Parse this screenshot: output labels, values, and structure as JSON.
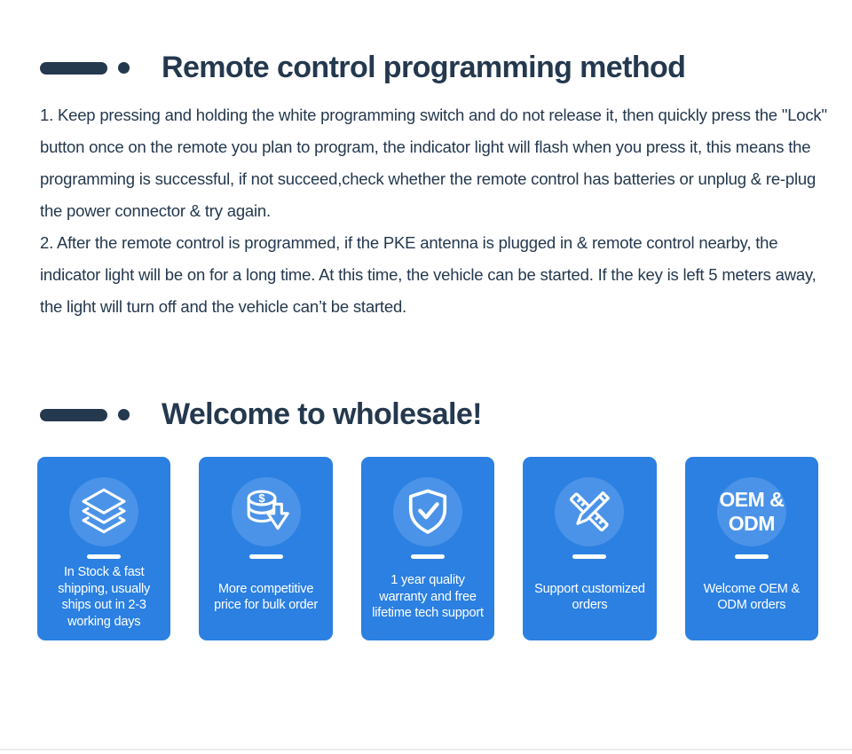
{
  "colors": {
    "heading_navy": "#24384e",
    "card_blue": "#2b80e2",
    "icon_circle_blue": "#4b93e8",
    "card_text": "#ffffff"
  },
  "sections": {
    "method": {
      "title": "Remote control programming method",
      "paragraphs": [
        "1. Keep pressing and holding the white programming switch and do not release it, then quickly press the \"Lock\" button once on the remote you plan to program, the indicator light will flash when you press it, this means the programming is successful, if not succeed,check whether the remote control has batteries or unplug & re-plug the power connector & try again.",
        "2. After the remote control is programmed, if the PKE antenna is plugged in & remote control nearby, the indicator light will be on for a long time. At this time, the vehicle can be started. If the key is left 5 meters away, the light will turn off and the vehicle can’t be started."
      ]
    },
    "wholesale": {
      "title": "Welcome to wholesale!",
      "cards": [
        {
          "icon": "layers-icon",
          "label": "In Stock & fast shipping, usually ships out in 2-3 working days"
        },
        {
          "icon": "coins-down-arrow-icon",
          "label": "More competitive price for bulk order"
        },
        {
          "icon": "shield-check-icon",
          "label": "1 year quality warranty and free lifetime tech support"
        },
        {
          "icon": "pencil-ruler-icon",
          "label": "Support customized orders"
        },
        {
          "icon": "oem-odm-text",
          "circle_text": "OEM & ODM",
          "label": "Welcome OEM & ODM orders"
        }
      ]
    }
  }
}
